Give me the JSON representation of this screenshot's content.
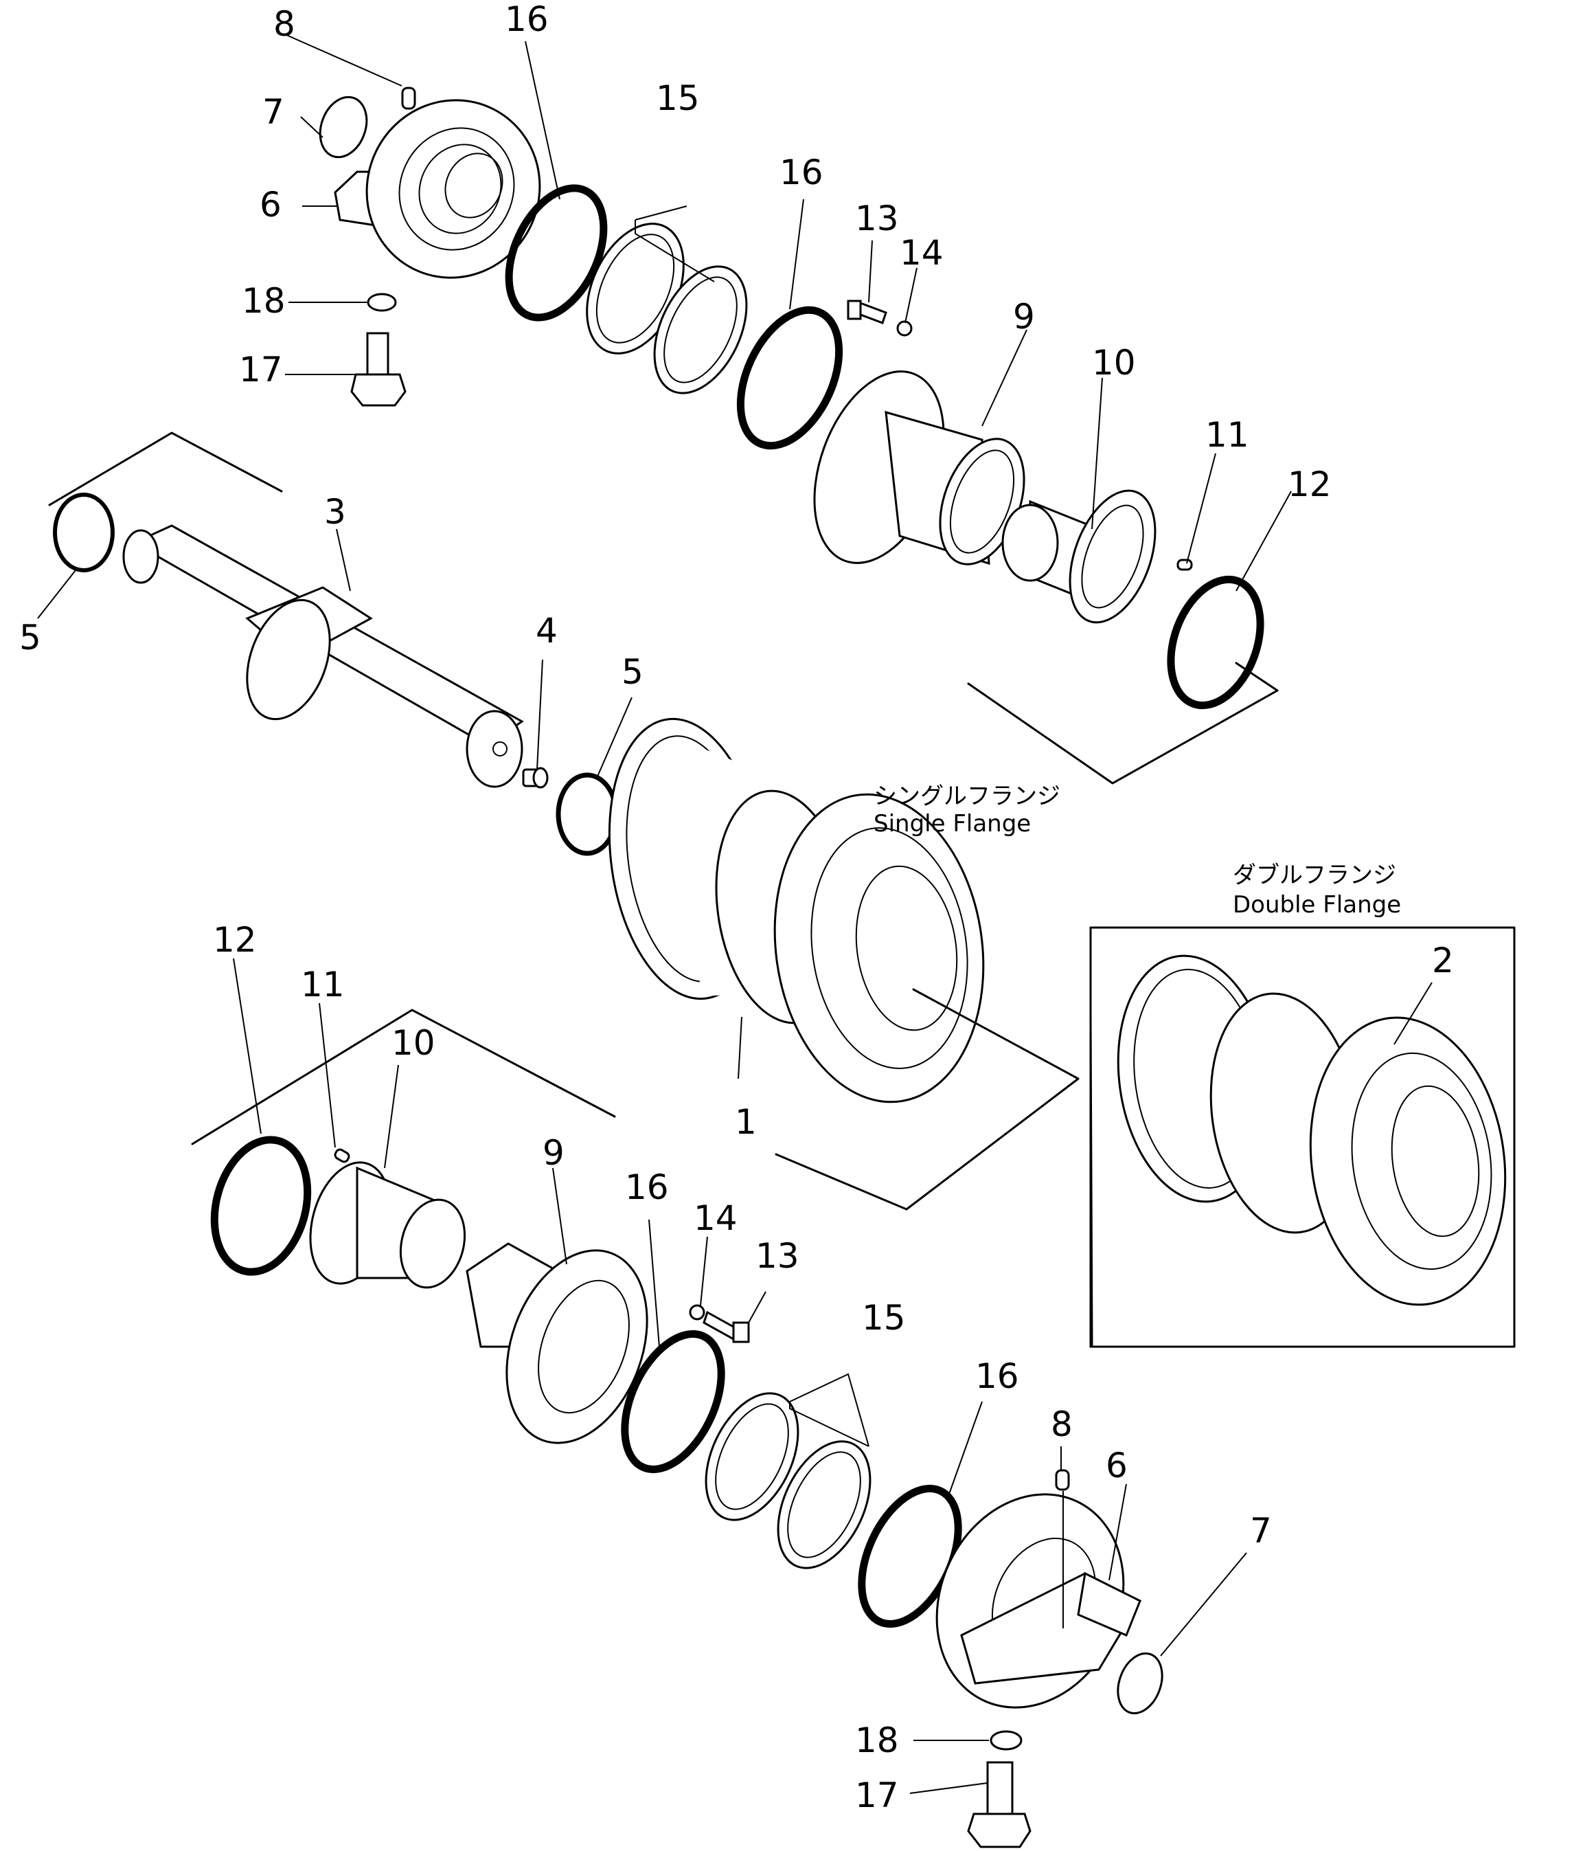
{
  "captions": {
    "single_jp": "シングルフランジ",
    "single_en": "Single  Flange",
    "double_jp": "ダブルフランジ",
    "double_en": "Double  Flange"
  },
  "callouts": {
    "c8a": "8",
    "c16a": "16",
    "c7a": "7",
    "c15a": "15",
    "c16b": "16",
    "c6a": "6",
    "c13a": "13",
    "c14a": "14",
    "c9a": "9",
    "c18a": "18",
    "c10a": "10",
    "c17a": "17",
    "c11a": "11",
    "c12a": "12",
    "c3": "3",
    "c5a": "5",
    "c4": "4",
    "c5b": "5",
    "c2": "2",
    "c12b": "12",
    "c11b": "11",
    "c10b": "10",
    "c1": "1",
    "c9b": "9",
    "c16c": "16",
    "c14b": "14",
    "c13b": "13",
    "c15b": "15",
    "c16d": "16",
    "c8b": "8",
    "c6b": "6",
    "c7b": "7",
    "c18b": "18",
    "c17b": "17"
  }
}
